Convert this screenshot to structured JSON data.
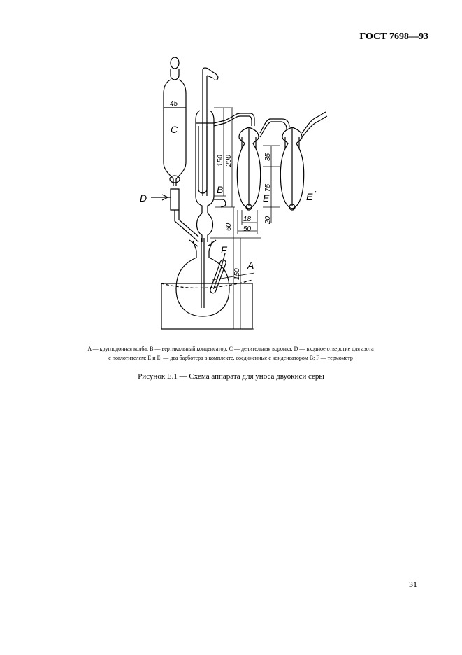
{
  "header": {
    "title": "ГОСТ 7698—93"
  },
  "figure": {
    "labels": {
      "A": "A",
      "B": "B",
      "C": "C",
      "D": "D",
      "E": "E",
      "E_prime": "E",
      "prime_mark": "'",
      "F": "F"
    },
    "dimensions": {
      "d45": "45",
      "d150_cond": "150",
      "d200": "200",
      "d35": "35",
      "d75": "75",
      "d18": "18",
      "d50": "50",
      "d20": "20",
      "d60": "60",
      "d150_flask": "150"
    }
  },
  "legend": {
    "line1": "A — круглодонная колба; B — вертикальный конденсатор; C — делительная воронка; D — входное отверстие для азота",
    "line2": "с поглотителем; E и E′ — два барботера в комплекте, соединенные с конденсатором B; F — термометр"
  },
  "caption": "Рисунок Е.1 — Схема аппарата для уноса двуокиси серы",
  "page_number": "31"
}
